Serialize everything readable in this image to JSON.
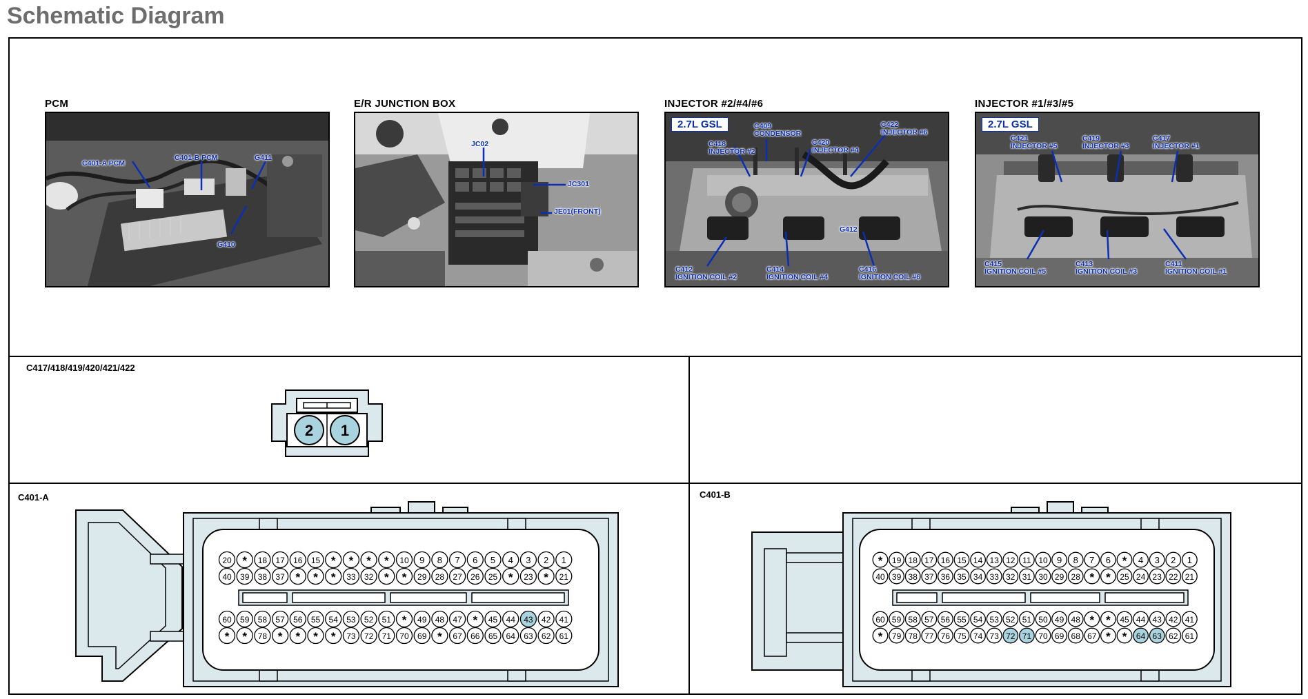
{
  "page_title": "Schematic Diagram",
  "photos": [
    {
      "label": "PCM",
      "badge": "",
      "callouts": [
        "C401-A PCM",
        "C401-B PCM",
        "G411",
        "G410"
      ]
    },
    {
      "label": "E/R JUNCTION BOX",
      "badge": "",
      "callouts": [
        "JC02",
        "JC301",
        "JE01(FRONT)"
      ]
    },
    {
      "label": "INJECTOR #2/#4/#6",
      "badge": "2.7L GSL",
      "callouts": [
        "C409\nCONDENSOR",
        "C422\nINJECTOR #6",
        "C418\nINJECTOR #2",
        "C420\nINJECTOR #4",
        "G412",
        "C412\nIGNITION COIL #2",
        "C414\nIGNITION COIL #4",
        "C416\nIGNITION COIL #6"
      ]
    },
    {
      "label": "INJECTOR #1/#3/#5",
      "badge": "2.7L GSL",
      "callouts": [
        "C421\nINJECTOR #5",
        "C419\nINJECTOR #3",
        "C417\nINJECTOR #1",
        "C415\nIGNITION COIL #5",
        "C413\nIGNITION COIL #3",
        "C411\nIGNITION COIL #1"
      ]
    }
  ],
  "connectors": {
    "injector": {
      "label": "C417/418/419/420/421/422",
      "pins": [
        "2",
        "1"
      ],
      "highlighted": [
        "2",
        "1"
      ]
    },
    "c401a": {
      "label": "C401-A",
      "rows": [
        [
          "20",
          "*",
          "18",
          "17",
          "16",
          "15",
          "*",
          "*",
          "*",
          "*",
          "10",
          "9",
          "8",
          "7",
          "6",
          "5",
          "4",
          "3",
          "2",
          "1"
        ],
        [
          "40",
          "39",
          "38",
          "37",
          "*",
          "*",
          "*",
          "33",
          "32",
          "*",
          "*",
          "29",
          "28",
          "27",
          "26",
          "25",
          "*",
          "23",
          "*",
          "21"
        ],
        [
          "60",
          "59",
          "58",
          "57",
          "56",
          "55",
          "54",
          "53",
          "52",
          "51",
          "*",
          "49",
          "48",
          "47",
          "*",
          "45",
          "44",
          "43",
          "42",
          "41"
        ],
        [
          "*",
          "*",
          "78",
          "*",
          "*",
          "*",
          "*",
          "73",
          "72",
          "71",
          "70",
          "69",
          "*",
          "67",
          "66",
          "65",
          "64",
          "63",
          "62",
          "61"
        ]
      ],
      "highlighted": [
        "43"
      ]
    },
    "c401b": {
      "label": "C401-B",
      "rows": [
        [
          "*",
          "19",
          "18",
          "17",
          "16",
          "15",
          "14",
          "13",
          "12",
          "11",
          "10",
          "9",
          "8",
          "7",
          "6",
          "*",
          "4",
          "3",
          "2",
          "1"
        ],
        [
          "40",
          "39",
          "38",
          "37",
          "36",
          "35",
          "34",
          "33",
          "32",
          "31",
          "30",
          "29",
          "28",
          "*",
          "*",
          "25",
          "24",
          "23",
          "22",
          "21"
        ],
        [
          "60",
          "59",
          "58",
          "57",
          "56",
          "55",
          "54",
          "53",
          "52",
          "51",
          "50",
          "49",
          "48",
          "*",
          "*",
          "45",
          "44",
          "43",
          "42",
          "41"
        ],
        [
          "*",
          "79",
          "78",
          "77",
          "76",
          "75",
          "74",
          "73",
          "72",
          "71",
          "70",
          "69",
          "68",
          "67",
          "*",
          "*",
          "64",
          "63",
          "62",
          "61"
        ]
      ],
      "highlighted": [
        "72",
        "71",
        "64",
        "63"
      ]
    }
  },
  "colors": {
    "callout": "#0b2fb3",
    "pin_highlight": "#a9d4df",
    "connector_body": "#dbe9ec",
    "title_gray": "#6d6d6d"
  }
}
